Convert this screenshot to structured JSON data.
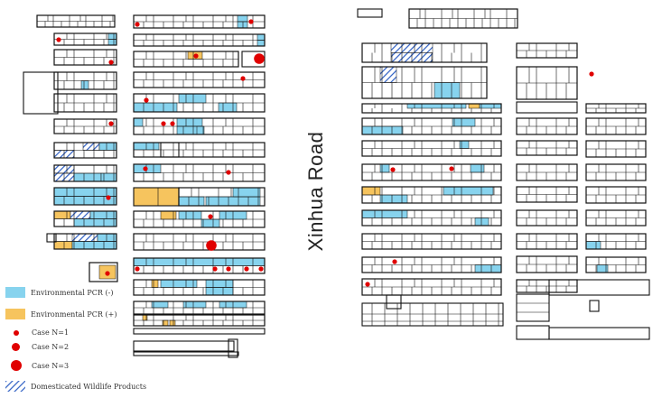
{
  "road_label": "Xinhua Road",
  "colors": {
    "pcr_negative": "#87d3ee",
    "pcr_positive": "#f6c45e",
    "case": "#e00000",
    "hatch": "#2e5fc4",
    "outline": "#111111"
  },
  "legend": {
    "pcr_negative": "Environmental PCR (-)",
    "pcr_positive": "Environmental PCR (+)",
    "case_1": "Case N=1",
    "case_2": "Case N=2",
    "case_3": "Case N=3",
    "wildlife": "Domesticated Wildlife Products"
  }
}
